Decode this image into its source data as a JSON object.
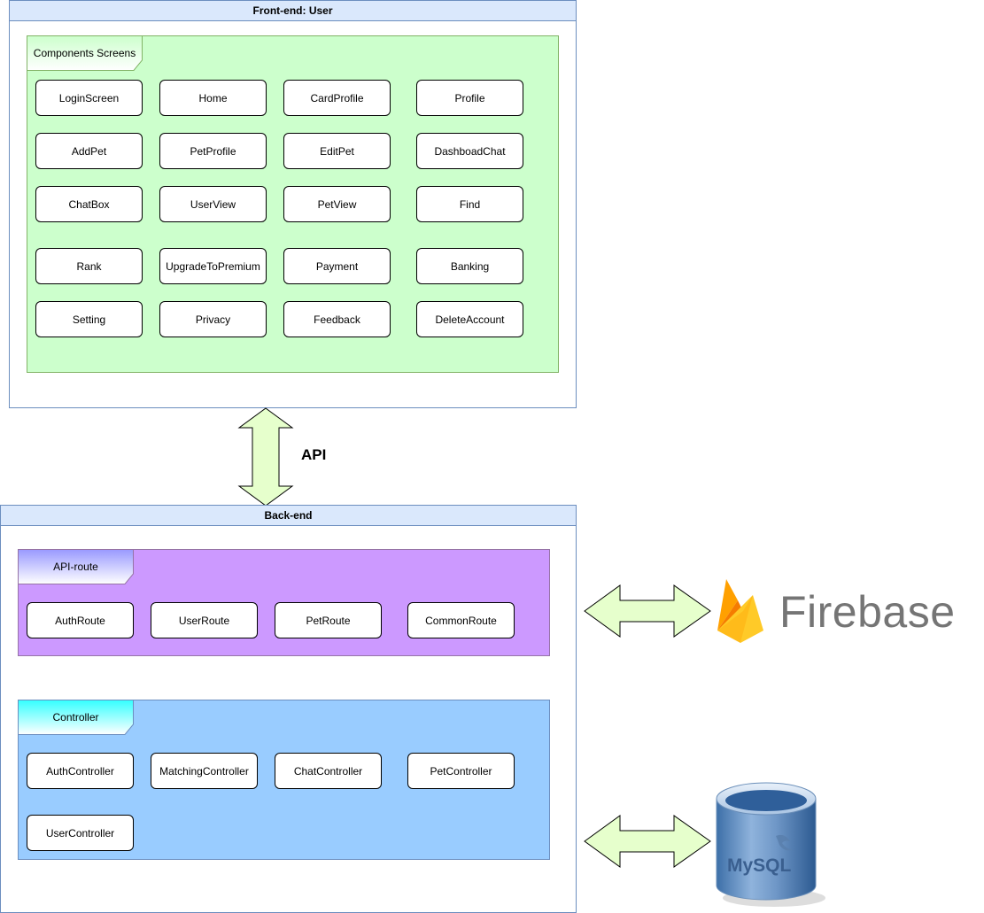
{
  "frontend": {
    "title": "Front-end: User",
    "group_label": "Components Screens",
    "screens": [
      "LoginScreen",
      "Home",
      "CardProfile",
      "Profile",
      "AddPet",
      "PetProfile",
      "EditPet",
      "DashboadChat",
      "ChatBox",
      "UserView",
      "PetView",
      "Find",
      "Rank",
      "UpgradeToPremium",
      "Payment",
      "Banking",
      "Setting",
      "Privacy",
      "Feedback",
      "DeleteAccount"
    ]
  },
  "api_label": "API",
  "backend": {
    "title": "Back-end",
    "routes_label": "API-route",
    "routes": [
      "AuthRoute",
      "UserRoute",
      "PetRoute",
      "CommonRoute"
    ],
    "controllers_label": "Controller",
    "controllers": [
      "AuthController",
      "MatchingController",
      "ChatController",
      "PetController",
      "UserController"
    ]
  },
  "external": {
    "firebase_word": "Firebase",
    "mysql_logo_text": "MySQL"
  },
  "colors": {
    "lane_header": "#dae8fc",
    "components_bg": "#ccffcc",
    "routes_bg": "#cc99ff",
    "controllers_bg": "#99ccff",
    "arrow_fill": "#e6ffcc"
  }
}
